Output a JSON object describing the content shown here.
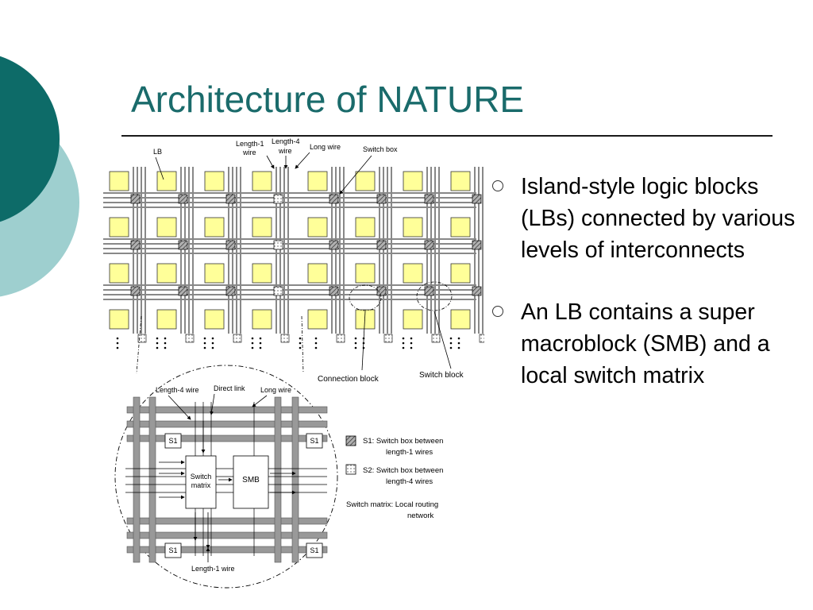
{
  "slide": {
    "title": "Architecture of NATURE",
    "bullets": [
      "Island-style logic blocks (LBs) connected by various levels of interconnects",
      "An LB contains a super macroblock (SMB) and a local switch matrix"
    ]
  },
  "figure": {
    "top_labels": {
      "lb": "LB",
      "length1_line1": "Length-1",
      "length1_line2": "wire",
      "length4_line1": "Length-4",
      "length4_line2": "wire",
      "long_wire": "Long wire",
      "switch_box": "Switch box"
    },
    "connection_block": "Connection block",
    "switch_block": "Switch block",
    "detail": {
      "length4_wire": "Length-4 wire",
      "direct_link": "Direct link",
      "long_wire": "Long wire",
      "length1_wire": "Length-1 wire",
      "s1": "S1",
      "switch_matrix_line1": "Switch",
      "switch_matrix_line2": "matrix",
      "smb": "SMB"
    },
    "legend": {
      "s1_line1": "S1: Switch box between",
      "s1_line2": "length-1 wires",
      "s2_line1": "S2: Switch box between",
      "s2_line2": "length-4 wires",
      "sm_line1": "Switch matrix:  Local routing",
      "sm_line2": "network"
    }
  },
  "colors": {
    "title": "#1a6b6b",
    "deco_dark": "#0d6b68",
    "deco_light": "#9ecfcf",
    "lb_fill": "#ffff99"
  }
}
